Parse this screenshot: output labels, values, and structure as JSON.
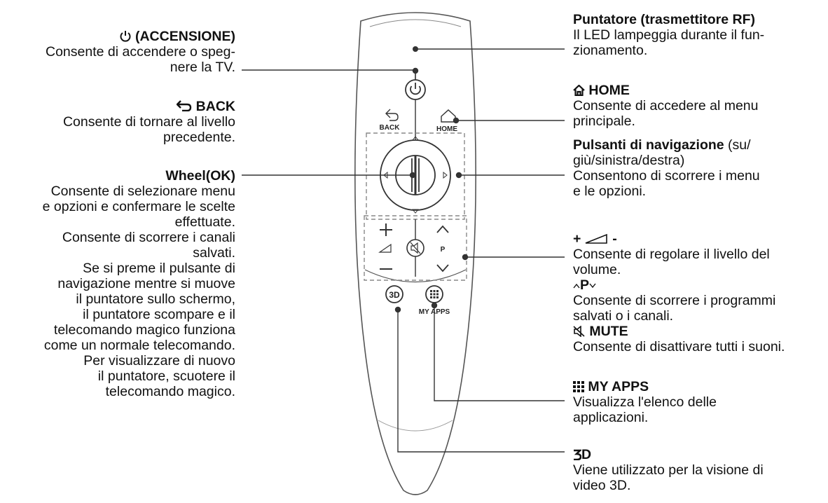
{
  "remote": {
    "back_label": "BACK",
    "home_label": "HOME",
    "p_label": "P",
    "myapps_label": "MY APPS"
  },
  "labels": {
    "power": {
      "title": "(ACCENSIONE)",
      "lines": [
        "Consente di accendere o speg-",
        "nere la TV."
      ]
    },
    "back": {
      "title": "BACK",
      "lines": [
        "Consente di tornare al livello",
        "precedente."
      ]
    },
    "wheel": {
      "title": "Wheel(OK)",
      "lines": [
        "Consente di selezionare menu",
        "e opzioni e confermare le scelte",
        "effettuate.",
        "Consente di scorrere i canali",
        "salvati.",
        "Se si preme il pulsante di",
        "navigazione mentre si muove",
        "il puntatore sullo schermo,",
        "il puntatore scompare e il",
        "telecomando magico funziona",
        "come un normale telecomando.",
        "Per visualizzare di nuovo",
        "il puntatore, scuotere il",
        "telecomando magico."
      ]
    },
    "pointer": {
      "title": "Puntatore (trasmettitore RF)",
      "lines": [
        "Il LED lampeggia durante il fun-",
        "zionamento."
      ]
    },
    "home": {
      "title": "HOME",
      "lines": [
        "Consente di accedere al menu",
        "principale."
      ]
    },
    "nav": {
      "title": "Pulsanti di navigazione",
      "title_suffix": " (su/",
      "lines": [
        "giù/sinistra/destra)",
        "Consentono di scorrere i menu",
        "e le opzioni."
      ]
    },
    "volume": {
      "title": "+",
      "title_suffix": "-",
      "lines": [
        "Consente di regolare il livello del",
        "volume."
      ]
    },
    "program": {
      "title": "P",
      "lines": [
        "Consente di scorrere i programmi",
        "salvati o i canali."
      ]
    },
    "mute": {
      "title": "MUTE",
      "lines": [
        "Consente di disattivare tutti i suoni."
      ]
    },
    "myapps": {
      "title": "MY APPS",
      "lines": [
        "Visualizza l'elenco delle",
        "applicazioni."
      ]
    },
    "threed": {
      "title": "D",
      "lines": [
        "Viene utilizzato per la visione di",
        "video 3D."
      ]
    }
  }
}
